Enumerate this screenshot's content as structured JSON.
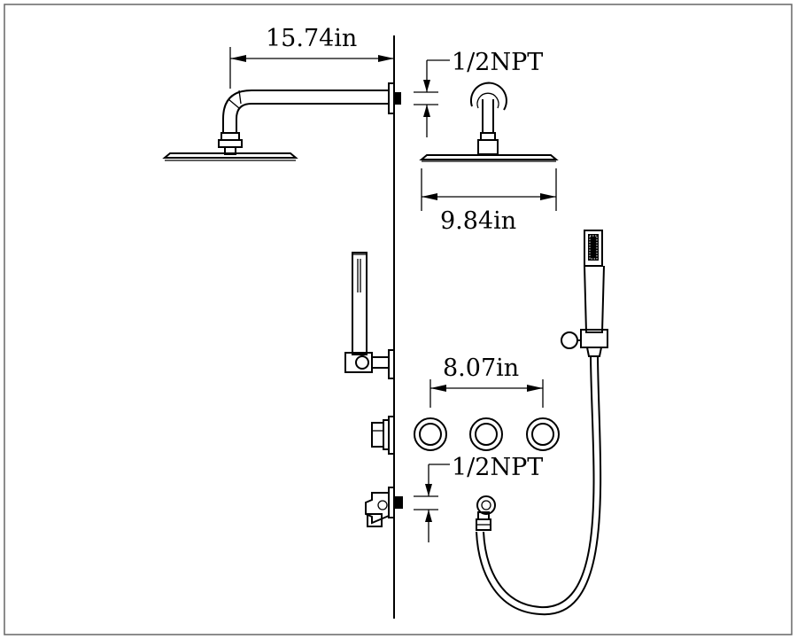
{
  "dimensions": {
    "arm_length": "15.74in",
    "inlet_top": "1/2NPT",
    "head_diameter": "9.84in",
    "valve_spacing": "8.07in",
    "inlet_bottom": "1/2NPT"
  }
}
